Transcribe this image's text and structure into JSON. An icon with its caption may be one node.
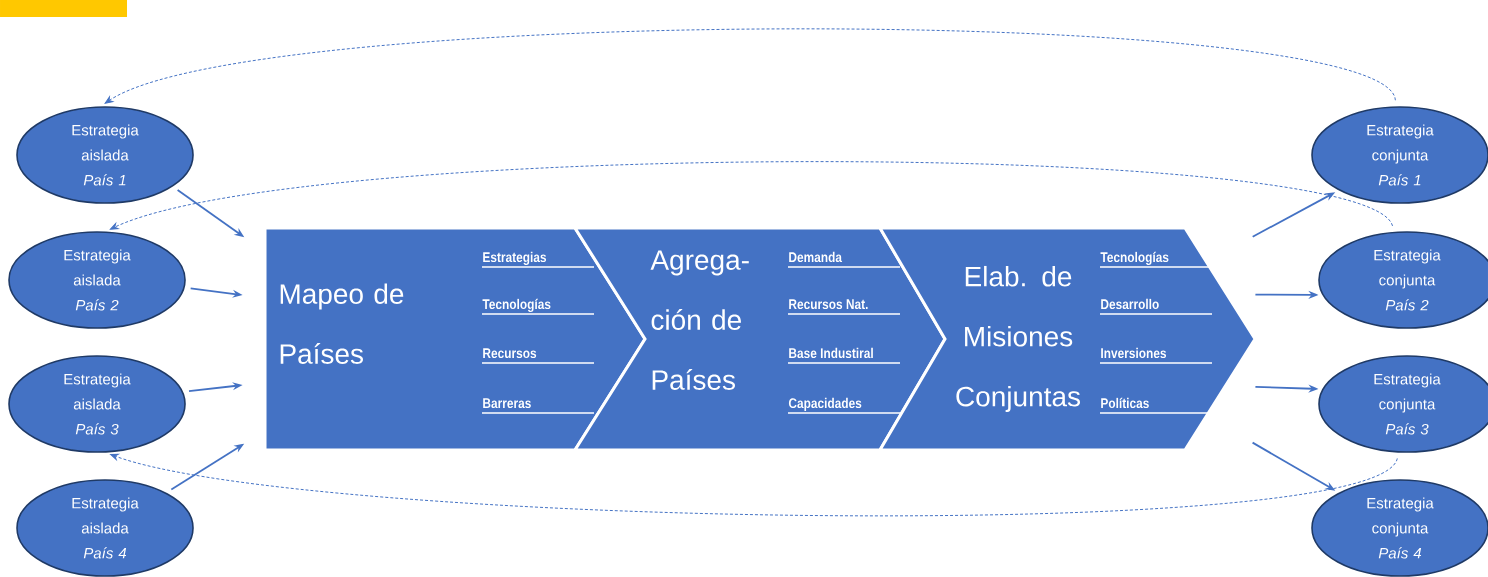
{
  "diagram": {
    "nodes": [
      {
        "text": [
          "Estrategia aislada",
          "País 1"
        ]
      },
      {
        "text": [
          "Estrategia aislada",
          "País 2"
        ]
      },
      {
        "text": [
          "Estrategia aislada",
          "País 3"
        ]
      },
      {
        "text": [
          "Estrategia aislada",
          "País 4"
        ]
      },
      {
        "text": [
          "Mapeo de Países",
          "Estrategias",
          "Tecnologías",
          "Recursos",
          "Barreras"
        ]
      },
      {
        "text": [
          "Agrega- ción de Países",
          "Demanda",
          "Recursos Nat.",
          "Base Industiral",
          "Capacidades"
        ]
      },
      {
        "text": [
          "Elab. de Misiones Conjuntas",
          "Tecnologías",
          "Desarrollo",
          "Inversiones",
          "Políticas"
        ]
      },
      {
        "text": [
          "Estrategia conjunta",
          "País 1"
        ]
      },
      {
        "text": [
          "Estrategia conjunta",
          "País 2"
        ]
      },
      {
        "text": [
          "Estrategia conjunta",
          "País 3"
        ]
      },
      {
        "text": [
          "Estrategia conjunta",
          "País 4"
        ]
      }
    ],
    "edges": [
      {
        "from": 0,
        "to": 4,
        "arrow": "to"
      },
      {
        "from": 1,
        "to": 4,
        "arrow": "to"
      },
      {
        "from": 2,
        "to": 4,
        "arrow": "to"
      },
      {
        "from": 3,
        "to": 4,
        "arrow": "to"
      },
      {
        "from": 6,
        "to": 7,
        "arrow": "to"
      },
      {
        "from": 6,
        "to": 8,
        "arrow": "to"
      },
      {
        "from": 6,
        "to": 9,
        "arrow": "to"
      },
      {
        "from": 6,
        "to": 10,
        "arrow": "to"
      },
      {
        "from": 7,
        "to": 0,
        "arrow": "to",
        "style": "dashed"
      },
      {
        "from": 8,
        "to": 1,
        "arrow": "to",
        "style": "dashed"
      },
      {
        "from": 9,
        "to": 2,
        "arrow": "to",
        "style": "dashed"
      }
    ]
  }
}
